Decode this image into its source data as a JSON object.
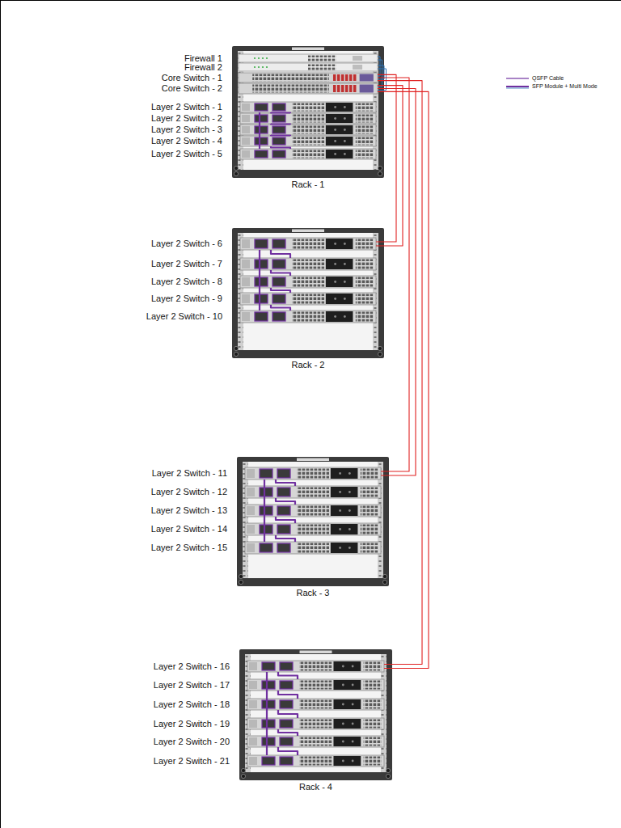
{
  "diagram": {
    "nodes": [
      {
        "text": [
          "Rack - 1"
        ]
      },
      {
        "text": [
          "Firewall 1"
        ],
        "in": 0
      },
      {
        "text": [
          "Firewall 2"
        ],
        "in": 0
      },
      {
        "text": [
          "Core Switch - 1"
        ],
        "in": 0
      },
      {
        "text": [
          "Core Switch - 2"
        ],
        "in": 0
      },
      {
        "text": [
          "Layer 2 Switch - 1"
        ],
        "in": 0
      },
      {
        "text": [
          "Layer 2 Switch - 2"
        ],
        "in": 0
      },
      {
        "text": [
          "Layer 2 Switch - 3"
        ],
        "in": 0
      },
      {
        "text": [
          "Layer 2 Switch - 4"
        ],
        "in": 0
      },
      {
        "text": [
          "Layer 2 Switch - 5"
        ],
        "in": 0
      },
      {
        "text": [
          "Rack - 2"
        ]
      },
      {
        "text": [
          "Layer 2 Switch - 6"
        ],
        "in": 10
      },
      {
        "text": [
          "Layer 2 Switch - 7"
        ],
        "in": 10
      },
      {
        "text": [
          "Layer 2 Switch - 8"
        ],
        "in": 10
      },
      {
        "text": [
          "Layer 2 Switch - 9"
        ],
        "in": 10
      },
      {
        "text": [
          "Layer 2 Switch - 10"
        ],
        "in": 10
      },
      {
        "text": [
          "Rack - 3"
        ]
      },
      {
        "text": [
          "Layer 2 Switch - 11"
        ],
        "in": 16
      },
      {
        "text": [
          "Layer 2 Switch - 12"
        ],
        "in": 16
      },
      {
        "text": [
          "Layer 2 Switch - 13"
        ],
        "in": 16
      },
      {
        "text": [
          "Layer 2 Switch - 14"
        ],
        "in": 16
      },
      {
        "text": [
          "Layer 2 Switch - 15"
        ],
        "in": 16
      },
      {
        "text": [
          "Rack - 4"
        ]
      },
      {
        "text": [
          "Layer 2 Switch - 16"
        ],
        "in": 22
      },
      {
        "text": [
          "Layer 2 Switch - 17"
        ],
        "in": 22
      },
      {
        "text": [
          "Layer 2 Switch - 18"
        ],
        "in": 22
      },
      {
        "text": [
          "Layer 2 Switch - 19"
        ],
        "in": 22
      },
      {
        "text": [
          "Layer 2 Switch - 20"
        ],
        "in": 22
      },
      {
        "text": [
          "Layer 2 Switch - 21"
        ],
        "in": 22
      }
    ],
    "edges": [
      {
        "from": 1,
        "to": 3,
        "arrow": "none"
      },
      {
        "from": 1,
        "to": 4,
        "arrow": "none"
      },
      {
        "from": 2,
        "to": 3,
        "arrow": "none"
      },
      {
        "from": 2,
        "to": 4,
        "arrow": "none"
      },
      {
        "from": 3,
        "to": 11,
        "arrow": "none"
      },
      {
        "from": 4,
        "to": 11,
        "arrow": "none"
      },
      {
        "from": 3,
        "to": 17,
        "arrow": "none"
      },
      {
        "from": 4,
        "to": 17,
        "arrow": "none"
      },
      {
        "from": 3,
        "to": 23,
        "arrow": "none"
      },
      {
        "from": 4,
        "to": 23,
        "arrow": "none"
      },
      {
        "from": 5,
        "to": 6,
        "arrow": "none"
      },
      {
        "from": 6,
        "to": 7,
        "arrow": "none"
      },
      {
        "from": 7,
        "to": 8,
        "arrow": "none"
      },
      {
        "from": 8,
        "to": 9,
        "arrow": "none"
      },
      {
        "from": 5,
        "to": 9,
        "arrow": "none"
      },
      {
        "from": 11,
        "to": 12,
        "arrow": "none"
      },
      {
        "from": 12,
        "to": 13,
        "arrow": "none"
      },
      {
        "from": 13,
        "to": 14,
        "arrow": "none"
      },
      {
        "from": 14,
        "to": 15,
        "arrow": "none"
      },
      {
        "from": 11,
        "to": 15,
        "arrow": "none"
      },
      {
        "from": 17,
        "to": 18,
        "arrow": "none"
      },
      {
        "from": 18,
        "to": 19,
        "arrow": "none"
      },
      {
        "from": 19,
        "to": 20,
        "arrow": "none"
      },
      {
        "from": 20,
        "to": 21,
        "arrow": "none"
      },
      {
        "from": 17,
        "to": 21,
        "arrow": "none"
      },
      {
        "from": 23,
        "to": 24,
        "arrow": "none"
      },
      {
        "from": 24,
        "to": 25,
        "arrow": "none"
      },
      {
        "from": 25,
        "to": 26,
        "arrow": "none"
      },
      {
        "from": 26,
        "to": 27,
        "arrow": "none"
      },
      {
        "from": 27,
        "to": 28,
        "arrow": "none"
      },
      {
        "from": 23,
        "to": 28,
        "arrow": "none"
      }
    ],
    "legend": [
      {
        "text": "QSFP Cable"
      },
      {
        "text": "SFP Module + Multi Mode"
      }
    ]
  }
}
